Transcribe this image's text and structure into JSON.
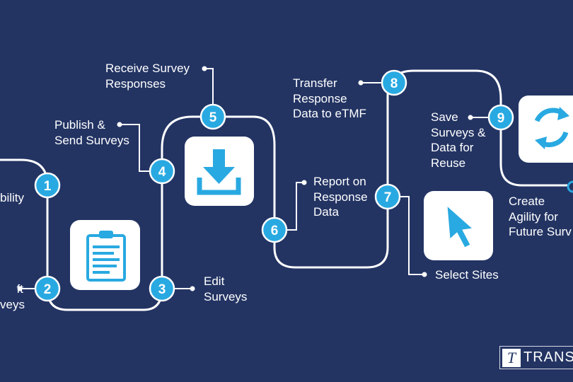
{
  "steps": [
    {
      "n": "1",
      "label": "Build Flexibility"
    },
    {
      "n": "2",
      "label": "Draft Surveys"
    },
    {
      "n": "3",
      "label": "Edit Surveys"
    },
    {
      "n": "4",
      "label": "Publish & Send Surveys"
    },
    {
      "n": "5",
      "label": "Receive Survey Responses"
    },
    {
      "n": "6",
      "label": "Report on Response Data"
    },
    {
      "n": "7",
      "label": "Select Sites"
    },
    {
      "n": "8",
      "label": "Transfer Response Data to eTMF"
    },
    {
      "n": "9",
      "label": "Save Surveys & Data for Reuse"
    }
  ],
  "visible_text": {
    "step1": [
      "bility"
    ],
    "step2": [
      "ft",
      "veys"
    ],
    "step3": [
      "Edit",
      "Surveys"
    ],
    "step4": [
      "Publish &",
      "Send Surveys"
    ],
    "step5": [
      "Receive Survey",
      "Responses"
    ],
    "step6": [
      "Report on",
      "Response",
      "Data"
    ],
    "step7": [
      "Select Sites"
    ],
    "step8": [
      "Transfer",
      "Response",
      "Data to eTMF"
    ],
    "step9": [
      "Save",
      "Surveys &",
      "Data for",
      "Reuse"
    ],
    "final": [
      "Create",
      "Agility for",
      "Future Surv"
    ]
  },
  "icons": [
    "clipboard-icon",
    "download-icon",
    "cursor-icon",
    "refresh-cycle-icon"
  ],
  "logo": {
    "text": "TRANS",
    "mark": "T"
  },
  "colors": {
    "background": "#233463",
    "circle": "#29a9e1",
    "path": "#ffffff",
    "tile": "#ffffff"
  }
}
